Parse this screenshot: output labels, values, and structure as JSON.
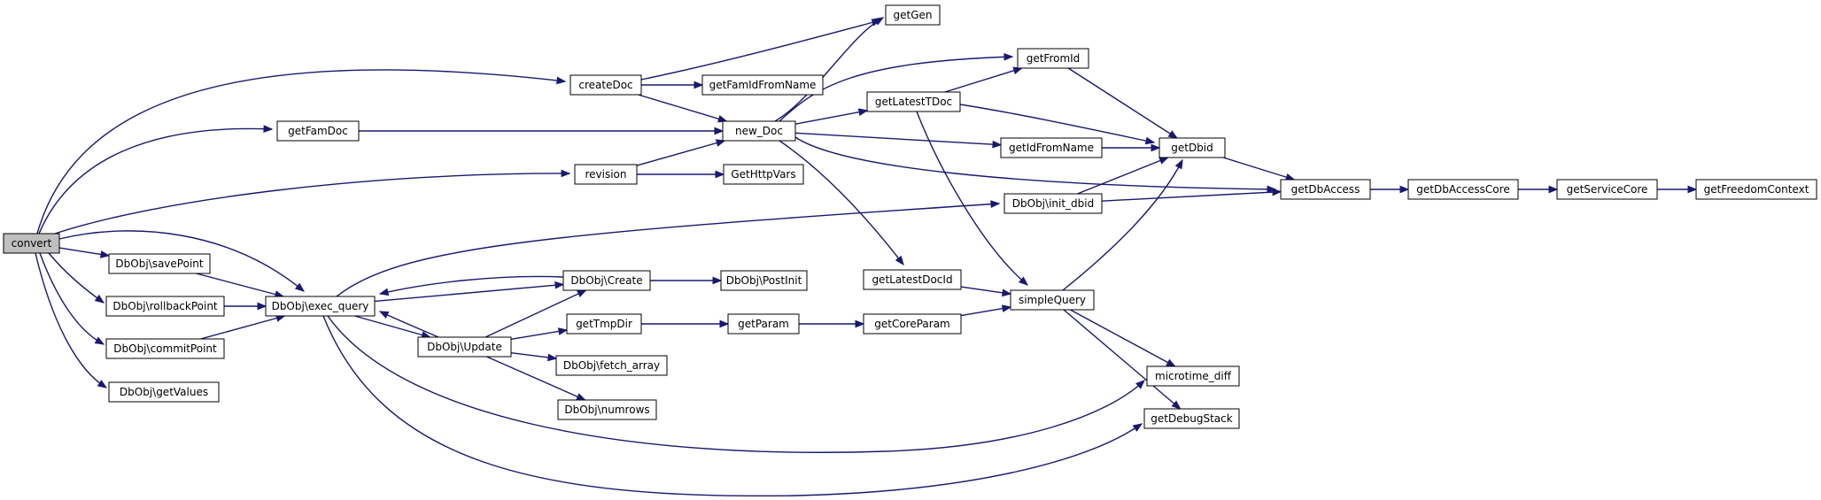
{
  "colors": {
    "node_fill": "#ffffff",
    "root_fill": "#bfbfbf",
    "edge": "#191970",
    "border": "#000000"
  },
  "nodes": {
    "convert": "convert",
    "createDoc": "createDoc",
    "getFamDoc": "getFamDoc",
    "revision": "revision",
    "dbobj_savePoint": "DbObj\\savePoint",
    "dbobj_rollbackPoint": "DbObj\\rollbackPoint",
    "dbobj_commitPoint": "DbObj\\commitPoint",
    "dbobj_getValues": "DbObj\\getValues",
    "dbobj_exec_query": "DbObj\\exec_query",
    "getGen": "getGen",
    "getFamIdFromName": "getFamIdFromName",
    "new_Doc": "new_Doc",
    "getHttpVars": "GetHttpVars",
    "getLatestTDoc": "getLatestTDoc",
    "getFromId": "getFromId",
    "getIdFromName": "getIdFromName",
    "getDbid": "getDbid",
    "getDbAccess": "getDbAccess",
    "getDbAccessCore": "getDbAccessCore",
    "getServiceCore": "getServiceCore",
    "getFreedomContext": "getFreedomContext",
    "dbobj_init_dbid": "DbObj\\init_dbid",
    "dbobj_create": "DbObj\\Create",
    "dbobj_postinit": "DbObj\\PostInit",
    "getLatestDocId": "getLatestDocId",
    "simpleQuery": "simpleQuery",
    "dbobj_update": "DbObj\\Update",
    "getTmpDir": "getTmpDir",
    "getParam": "getParam",
    "getCoreParam": "getCoreParam",
    "dbobj_fetch_array": "DbObj\\fetch_array",
    "dbobj_numrows": "DbObj\\numrows",
    "microtime_diff": "microtime_diff",
    "getDebugStack": "getDebugStack"
  },
  "root": "convert",
  "edges": [
    [
      "convert",
      "createDoc"
    ],
    [
      "convert",
      "getFamDoc"
    ],
    [
      "convert",
      "revision"
    ],
    [
      "convert",
      "dbobj_exec_query"
    ],
    [
      "convert",
      "dbobj_savePoint"
    ],
    [
      "convert",
      "dbobj_rollbackPoint"
    ],
    [
      "convert",
      "dbobj_commitPoint"
    ],
    [
      "convert",
      "dbobj_getValues"
    ],
    [
      "createDoc",
      "getGen"
    ],
    [
      "createDoc",
      "getFamIdFromName"
    ],
    [
      "createDoc",
      "new_Doc"
    ],
    [
      "getFamDoc",
      "new_Doc"
    ],
    [
      "revision",
      "new_Doc"
    ],
    [
      "revision",
      "getHttpVars"
    ],
    [
      "new_Doc",
      "getGen"
    ],
    [
      "new_Doc",
      "getFromId"
    ],
    [
      "new_Doc",
      "getLatestTDoc"
    ],
    [
      "new_Doc",
      "getIdFromName"
    ],
    [
      "new_Doc",
      "getDbAccess"
    ],
    [
      "new_Doc",
      "getLatestDocId"
    ],
    [
      "getLatestTDoc",
      "getFromId"
    ],
    [
      "getLatestTDoc",
      "getDbid"
    ],
    [
      "getLatestTDoc",
      "simpleQuery"
    ],
    [
      "getFromId",
      "getDbid"
    ],
    [
      "getIdFromName",
      "getDbid"
    ],
    [
      "getDbid",
      "getDbAccess"
    ],
    [
      "getDbAccess",
      "getDbAccessCore"
    ],
    [
      "getDbAccessCore",
      "getServiceCore"
    ],
    [
      "getServiceCore",
      "getFreedomContext"
    ],
    [
      "dbobj_init_dbid",
      "getDbid"
    ],
    [
      "dbobj_init_dbid",
      "getDbAccess"
    ],
    [
      "dbobj_savePoint",
      "dbobj_exec_query"
    ],
    [
      "dbobj_rollbackPoint",
      "dbobj_exec_query"
    ],
    [
      "dbobj_commitPoint",
      "dbobj_exec_query"
    ],
    [
      "dbobj_exec_query",
      "dbobj_init_dbid"
    ],
    [
      "dbobj_exec_query",
      "dbobj_create"
    ],
    [
      "dbobj_exec_query",
      "dbobj_update"
    ],
    [
      "dbobj_exec_query",
      "microtime_diff"
    ],
    [
      "dbobj_exec_query",
      "getDebugStack"
    ],
    [
      "dbobj_create",
      "dbobj_exec_query"
    ],
    [
      "dbobj_create",
      "dbobj_postinit"
    ],
    [
      "dbobj_update",
      "dbobj_exec_query"
    ],
    [
      "dbobj_update",
      "dbobj_create"
    ],
    [
      "dbobj_update",
      "getTmpDir"
    ],
    [
      "dbobj_update",
      "dbobj_fetch_array"
    ],
    [
      "dbobj_update",
      "dbobj_numrows"
    ],
    [
      "getTmpDir",
      "getParam"
    ],
    [
      "getParam",
      "getCoreParam"
    ],
    [
      "getCoreParam",
      "simpleQuery"
    ],
    [
      "getLatestDocId",
      "simpleQuery"
    ],
    [
      "simpleQuery",
      "getDbid"
    ],
    [
      "simpleQuery",
      "microtime_diff"
    ],
    [
      "simpleQuery",
      "getDebugStack"
    ]
  ]
}
